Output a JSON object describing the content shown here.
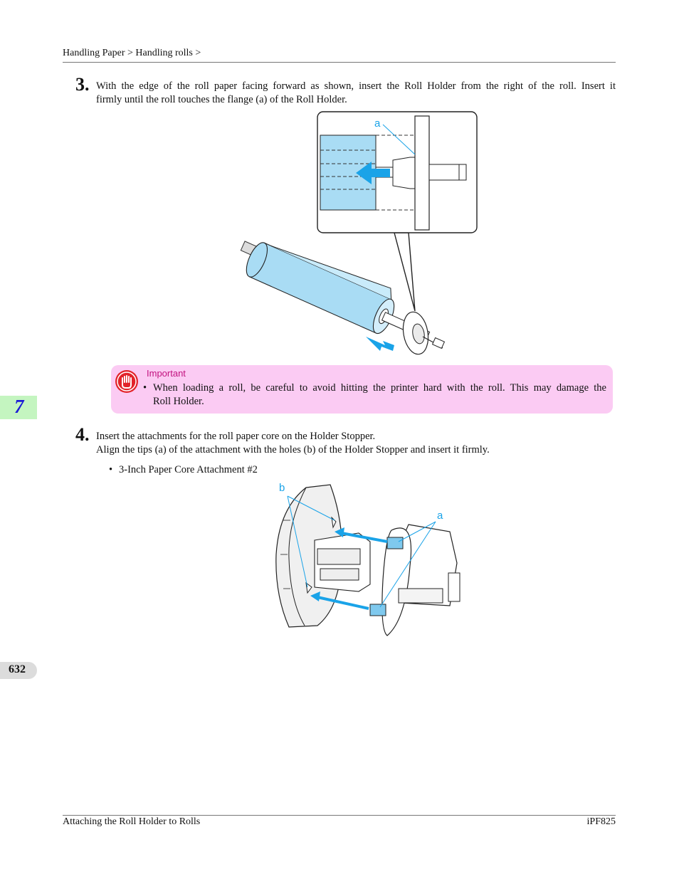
{
  "header": {
    "breadcrumb": "Handling Paper > Handling rolls >"
  },
  "steps": [
    {
      "number": "3.",
      "line1": "With the edge of the roll paper facing forward as shown, insert the Roll Holder from the right of the roll. Insert it",
      "line2": "firmly until the roll touches the flange (a) of the Roll Holder."
    },
    {
      "number": "4.",
      "line1": "Insert the attachments for the roll paper core on the Holder Stopper.",
      "line2": "Align the tips (a) of the attachment with the holes (b) of the Holder Stopper and insert it firmly."
    }
  ],
  "figure1": {
    "callout_a": "a"
  },
  "important": {
    "title": "Important",
    "bullet": "•",
    "line1": "When loading a roll, be careful to avoid hitting the printer hard with the roll. This may damage the",
    "line2": "Roll Holder."
  },
  "bullet_item": {
    "bullet": "•",
    "text": "3-Inch Paper Core Attachment #2"
  },
  "figure2": {
    "callout_a": "a",
    "callout_b": "b"
  },
  "side_tab": {
    "chapter": "7",
    "page": "632"
  },
  "footer": {
    "left": "Attaching the Roll Holder to Rolls",
    "right": "iPF825"
  },
  "colors": {
    "accent_blue": "#1aa3e8",
    "paper_blue": "#a9dcf4",
    "important_bg": "#fbcbf3",
    "important_title": "#c2127f",
    "chapter_tab": "#c4f5c0",
    "chapter_num": "#1b1bd6"
  }
}
